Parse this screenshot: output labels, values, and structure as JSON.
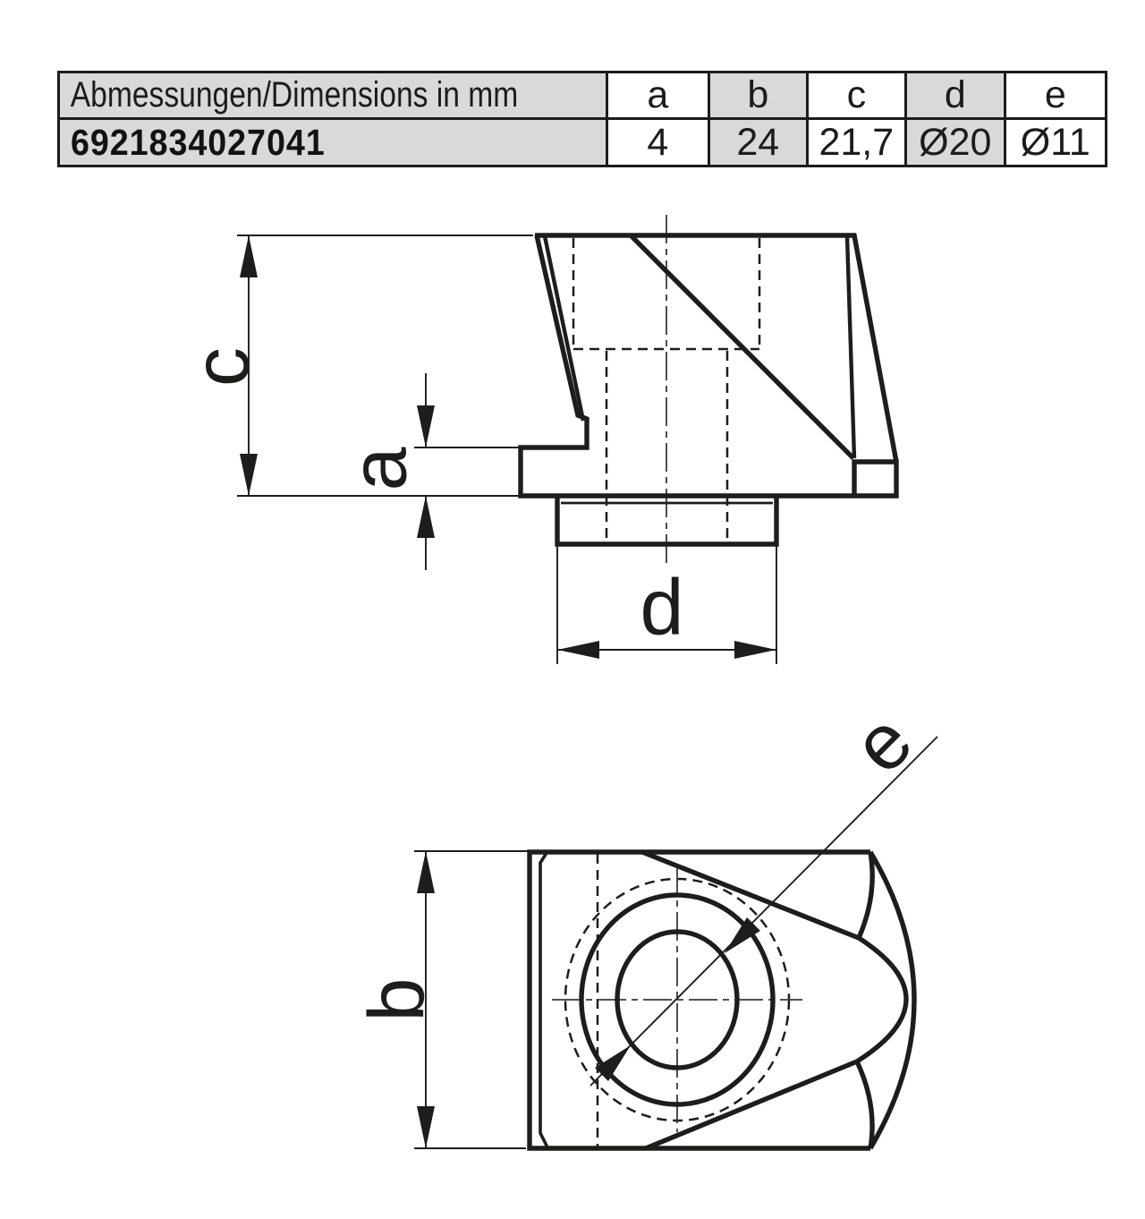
{
  "table": {
    "dimension_header": "Abmessungen/Dimensions in mm",
    "part_number": "6921834027041",
    "columns": [
      "a",
      "b",
      "c",
      "d",
      "e"
    ],
    "values": [
      "4",
      "24",
      "21,7",
      "Ø20",
      "Ø11"
    ]
  },
  "drawing": {
    "labels": {
      "total_height": "c",
      "shoulder_height": "a",
      "boss_diameter": "d",
      "body_width": "b",
      "hole_diameter": "e"
    }
  },
  "colors": {
    "line": "#1d1d1b",
    "table_gray": "#d9d9d9",
    "background": "#ffffff"
  }
}
